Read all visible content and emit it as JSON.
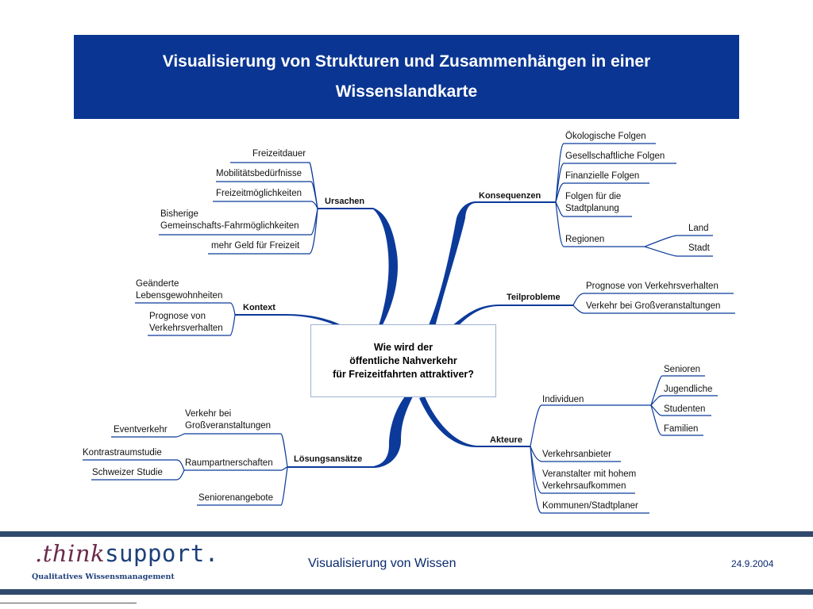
{
  "header": {
    "title": "Visualisierung von Strukturen und Zusammenhängen in einer Wissenslandkarte"
  },
  "center": {
    "line1": "Wie wird der",
    "line2": "öffentliche Nahverkehr",
    "line3": "für Freizeitfahrten attraktiver?"
  },
  "ursachen": {
    "label": "Ursachen",
    "items": [
      "Freizeitdauer",
      "Mobilitätsbedürfnisse",
      "Freizeitmöglichkeiten",
      "Bisherige",
      "Gemeinschafts-Fahrmöglichkeiten",
      "mehr Geld für Freizeit"
    ]
  },
  "kontext": {
    "label": "Kontext",
    "items": [
      "Geänderte",
      "Lebensgewohnheiten",
      "Prognose von",
      "Verkehrsverhalten"
    ]
  },
  "loesungsansaetze": {
    "label": "Lösungsansätze",
    "items": [
      "Verkehr bei",
      "Großveranstaltungen",
      "Eventverkehr",
      "Raumpartnerschaften",
      "Kontrastraumstudie",
      "Schweizer Studie",
      "Seniorenangebote"
    ]
  },
  "konsequenzen": {
    "label": "Konsequenzen",
    "items": [
      "Ökologische Folgen",
      "Gesellschaftliche Folgen",
      "Finanzielle Folgen",
      "Folgen für die",
      "Stadtplanung",
      "Regionen",
      "Land",
      "Stadt"
    ]
  },
  "teilprobleme": {
    "label": "Teilprobleme",
    "items": [
      "Prognose von Verkehrsverhalten",
      "Verkehr bei Großveranstaltungen"
    ]
  },
  "akteure": {
    "label": "Akteure",
    "items": [
      "Individuen",
      "Senioren",
      "Jugendliche",
      "Studenten",
      "Familien",
      "Verkehrsanbieter",
      "Veranstalter mit hohem",
      "Verkehrsaufkommen",
      "Kommunen/Stadtplaner"
    ]
  },
  "footer": {
    "title": "Visualisierung von Wissen",
    "date": "24.9.2004",
    "logo_word1": ".think",
    "logo_word2": "support.",
    "logo_sub": "Qualitatives Wissensmanagement"
  },
  "colors": {
    "header_bg": "#0a3592",
    "lines": "#0b3a9a",
    "footer_bar": "#2f4a6b"
  }
}
